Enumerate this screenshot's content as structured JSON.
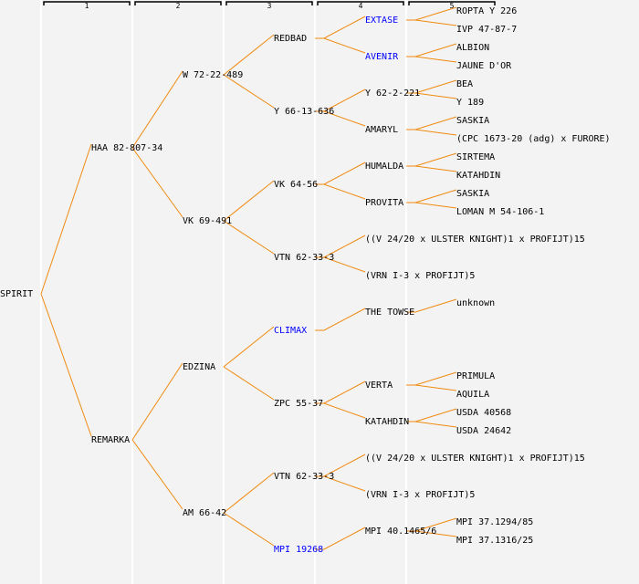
{
  "colors": {
    "background": "#f3f3f3",
    "edge": "#f08a10",
    "text": "#000000",
    "link": "#0000ff",
    "separator": "#ffffff"
  },
  "generations": [
    "1",
    "2",
    "3",
    "4",
    "5"
  ],
  "tree": {
    "label": "SPIRIT",
    "children": [
      {
        "label": "HAA 82-807-34",
        "children": [
          {
            "label": "W 72-22-489",
            "children": [
              {
                "label": "REDBAD",
                "children": [
                  {
                    "label": "EXTASE",
                    "link": true,
                    "children": [
                      {
                        "label": "ROPTA Y 226"
                      },
                      {
                        "label": "IVP 47-87-7"
                      }
                    ]
                  },
                  {
                    "label": "AVENIR",
                    "link": true,
                    "children": [
                      {
                        "label": "ALBION"
                      },
                      {
                        "label": "JAUNE D'OR"
                      }
                    ]
                  }
                ]
              },
              {
                "label": "Y 66-13-636",
                "children": [
                  {
                    "label": "Y 62-2-221",
                    "children": [
                      {
                        "label": "BEA"
                      },
                      {
                        "label": "Y 189"
                      }
                    ]
                  },
                  {
                    "label": "AMARYL",
                    "children": [
                      {
                        "label": "SASKIA"
                      },
                      {
                        "label": "(CPC 1673-20 (adg) x FURORE)"
                      }
                    ]
                  }
                ]
              }
            ]
          },
          {
            "label": "VK 69-491",
            "children": [
              {
                "label": "VK 64-56",
                "children": [
                  {
                    "label": "HUMALDA",
                    "children": [
                      {
                        "label": "SIRTEMA"
                      },
                      {
                        "label": "KATAHDIN"
                      }
                    ]
                  },
                  {
                    "label": "PROVITA",
                    "children": [
                      {
                        "label": "SASKIA"
                      },
                      {
                        "label": "LOMAN M 54-106-1"
                      }
                    ]
                  }
                ]
              },
              {
                "label": "VTN 62-33-3",
                "children": [
                  {
                    "label": "((V 24/20 x ULSTER KNIGHT)1 x PROFIJT)15"
                  },
                  {
                    "label": "(VRN I-3 x PROFIJT)5"
                  }
                ]
              }
            ]
          }
        ]
      },
      {
        "label": "REMARKA",
        "children": [
          {
            "label": "EDZINA",
            "children": [
              {
                "label": "CLIMAX",
                "link": true,
                "children": [
                  {
                    "label": "THE TOWSE",
                    "children": [
                      {
                        "label": "unknown"
                      }
                    ]
                  }
                ]
              },
              {
                "label": "ZPC 55-37",
                "children": [
                  {
                    "label": "VERTA",
                    "children": [
                      {
                        "label": "PRIMULA"
                      },
                      {
                        "label": "AQUILA"
                      }
                    ]
                  },
                  {
                    "label": "KATAHDIN",
                    "children": [
                      {
                        "label": "USDA 40568"
                      },
                      {
                        "label": "USDA 24642"
                      }
                    ]
                  }
                ]
              }
            ]
          },
          {
            "label": "AM 66-42",
            "children": [
              {
                "label": "VTN 62-33-3",
                "children": [
                  {
                    "label": "((V 24/20 x ULSTER KNIGHT)1 x PROFIJT)15"
                  },
                  {
                    "label": "(VRN I-3 x PROFIJT)5"
                  }
                ]
              },
              {
                "label": "MPI 19268",
                "link": true,
                "children": [
                  {
                    "label": "MPI 40.1465/6",
                    "children": [
                      {
                        "label": "MPI 37.1294/85"
                      },
                      {
                        "label": "MPI 37.1316/25"
                      }
                    ]
                  }
                ]
              }
            ]
          }
        ]
      }
    ]
  }
}
